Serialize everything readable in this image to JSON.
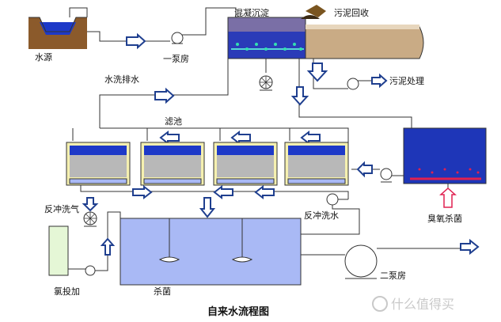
{
  "labels": {
    "water_source": "水源",
    "pump_house_1": "一泵房",
    "coagulation_sedimentation": "混凝沉淀",
    "sludge_recovery": "污泥回收",
    "sludge_treatment": "污泥处理",
    "wash_drain": "水洗排水",
    "filter_tank": "滤池",
    "backwash_air": "反冲洗气",
    "backwash_water": "反冲洗水",
    "ozone_sterilization": "臭氧杀菌",
    "chlorine_dosing": "氯投加",
    "sterilization": "杀菌",
    "pump_house_2": "二泵房"
  },
  "title": "自来水流程图",
  "watermark": "什么值得买",
  "colors": {
    "water_blue": "#1d39c8",
    "sludge_brown": "#b89a76",
    "sediment_purple": "#7a6fa6",
    "tank_blue": "#1e36b8",
    "clear_water": "#a9b9f5",
    "filter_sand": "#f5f0b0",
    "chlorine_green": "#e5f7d6",
    "ozone_red": "#e02050",
    "arrow_blue": "#1f3f8f"
  }
}
